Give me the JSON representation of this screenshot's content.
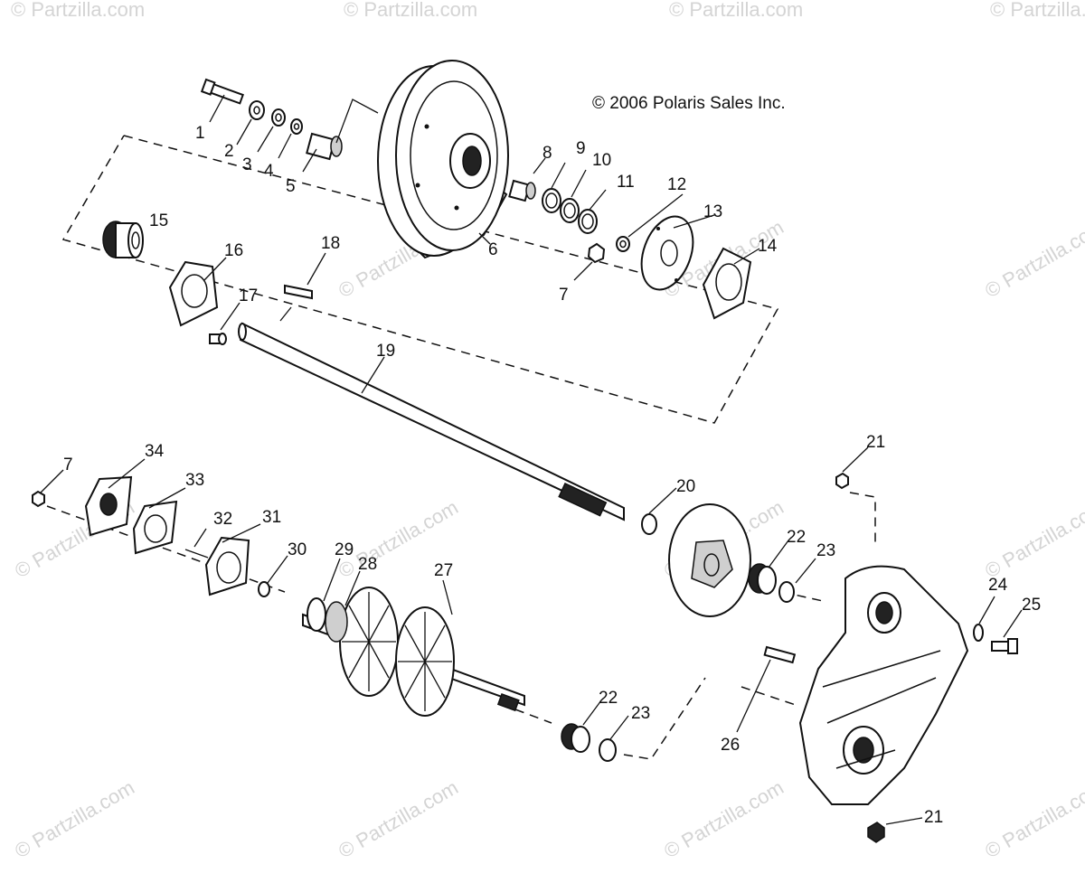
{
  "copyright": "© 2006 Polaris Sales Inc.",
  "watermark": "© Partzilla.com",
  "callouts": {
    "c1": "1",
    "c2": "2",
    "c3": "3",
    "c4": "4",
    "c5": "5",
    "c6": "6",
    "c7a": "7",
    "c7b": "7",
    "c8": "8",
    "c9": "9",
    "c10": "10",
    "c11": "11",
    "c12": "12",
    "c13": "13",
    "c14": "14",
    "c15": "15",
    "c16": "16",
    "c17": "17",
    "c18": "18",
    "c19": "19",
    "c20": "20",
    "c21a": "21",
    "c21b": "21",
    "c22a": "22",
    "c22b": "22",
    "c23a": "23",
    "c23b": "23",
    "c24": "24",
    "c25": "25",
    "c26": "26",
    "c27": "27",
    "c28": "28",
    "c29": "29",
    "c30": "30",
    "c31": "31",
    "c32": "32",
    "c33": "33",
    "c34": "34"
  }
}
